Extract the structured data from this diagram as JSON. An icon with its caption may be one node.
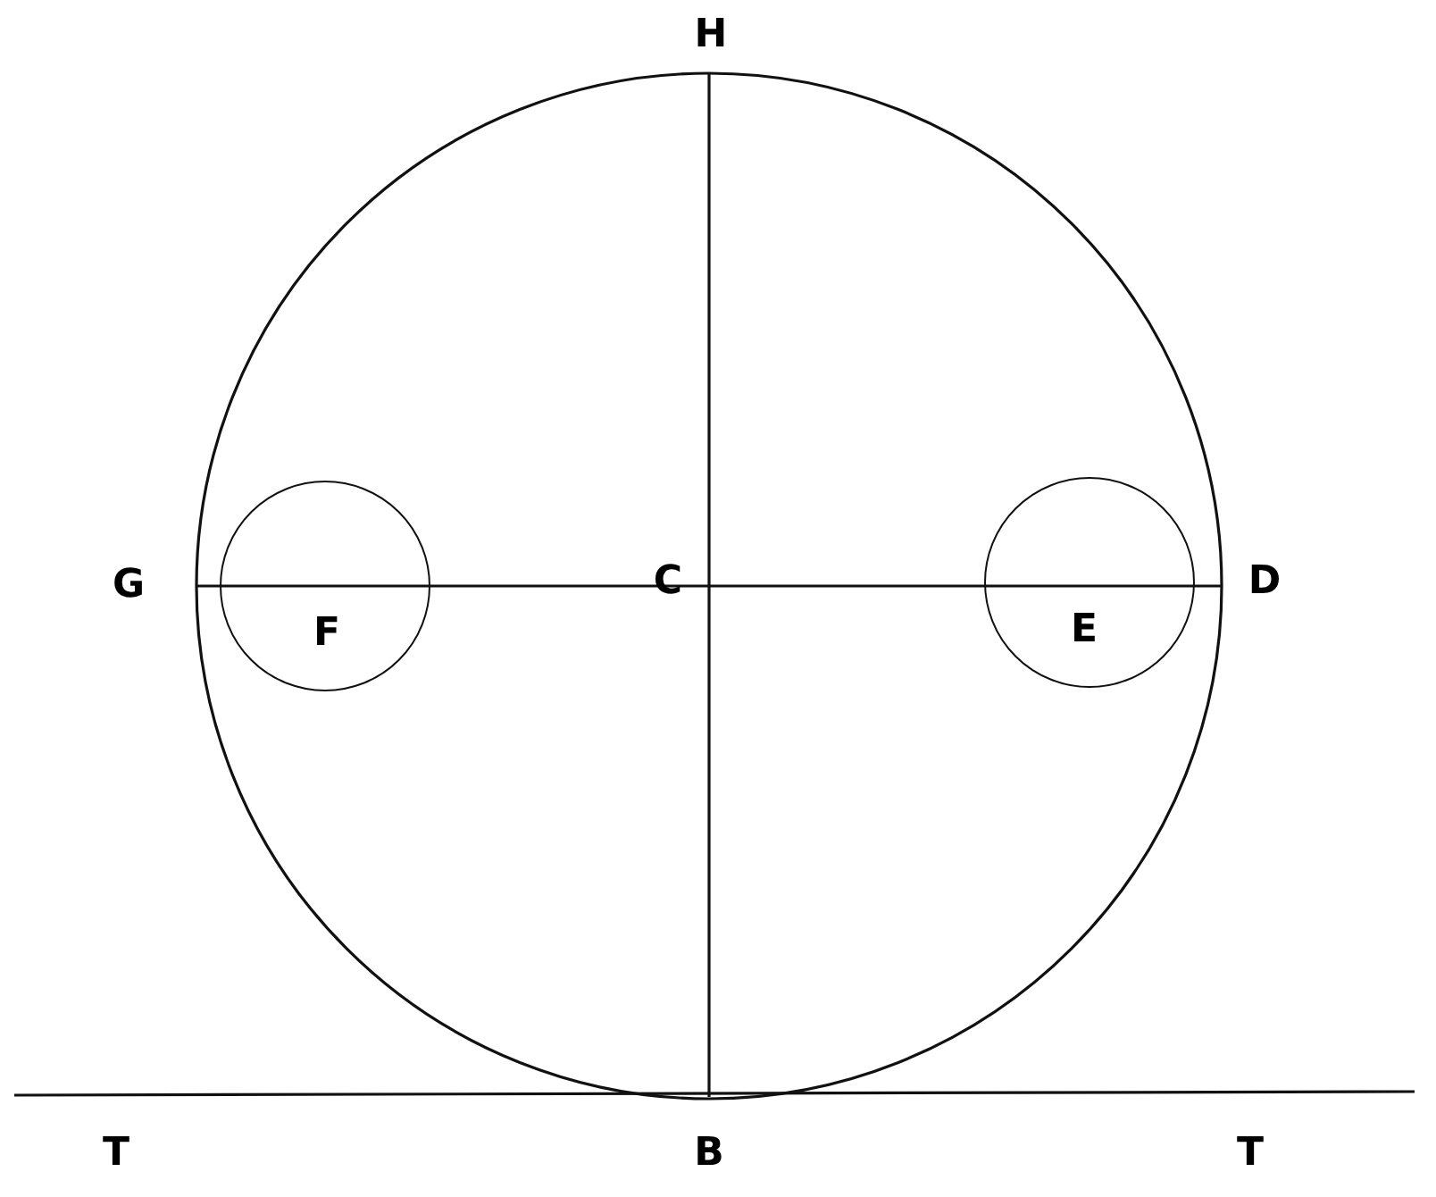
{
  "diagram": {
    "nodes": [
      {
        "text": [
          "F"
        ]
      },
      {
        "text": [
          "E"
        ]
      }
    ],
    "labels": [
      "H",
      "G",
      "C",
      "D",
      "T",
      "B",
      "T"
    ]
  }
}
